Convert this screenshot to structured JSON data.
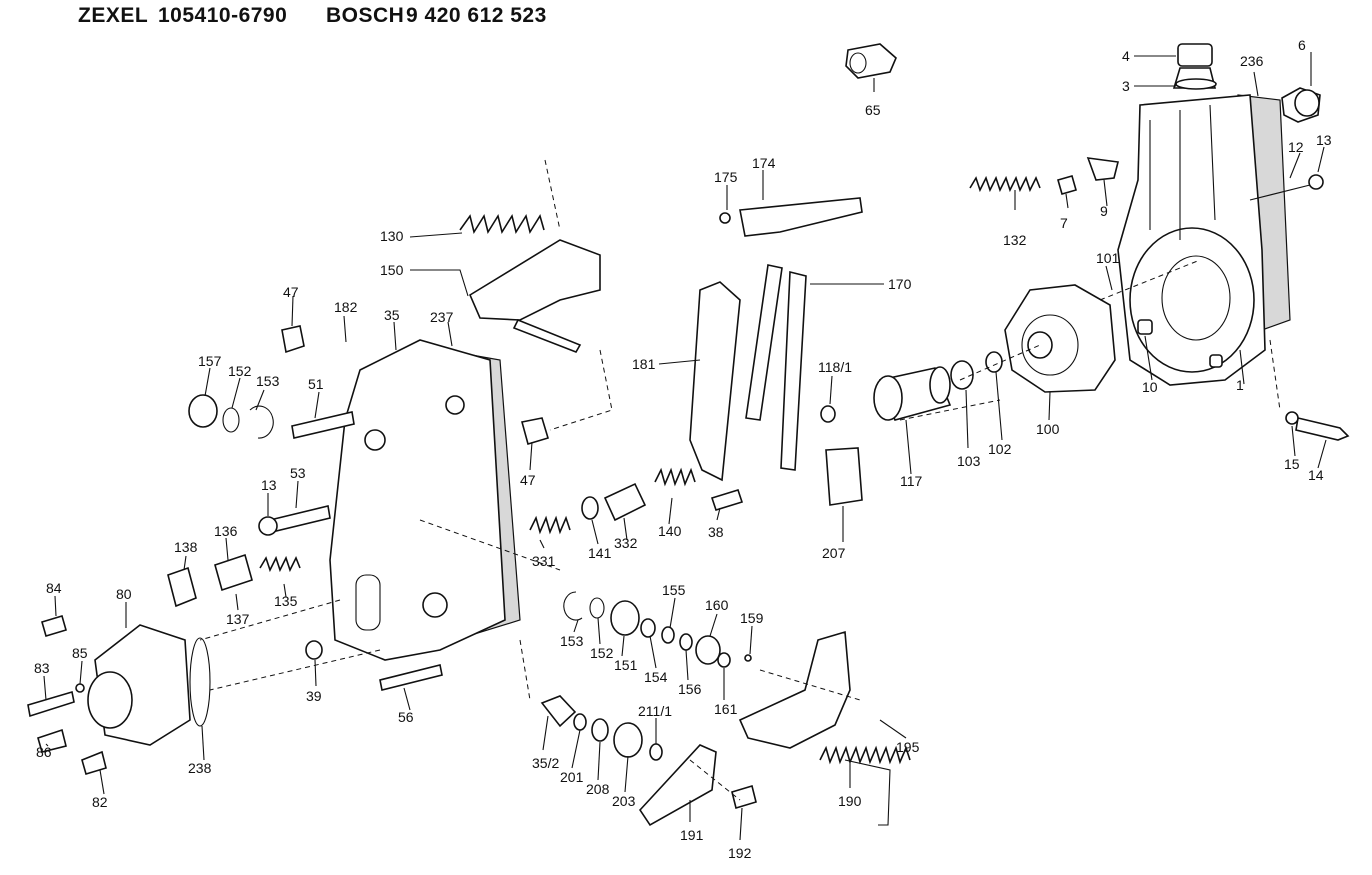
{
  "header": {
    "maker": "ZEXEL",
    "part_number": "105410-6790",
    "brand": "BOSCH",
    "brand_number": "9 420 612 523"
  },
  "callouts": [
    "4",
    "3",
    "236",
    "6",
    "13",
    "12",
    "65",
    "175",
    "174",
    "130",
    "150",
    "132",
    "7",
    "9",
    "101",
    "47",
    "182",
    "35",
    "237",
    "170",
    "181",
    "157",
    "152",
    "153",
    "51",
    "118/1",
    "10",
    "1",
    "15",
    "14",
    "100",
    "103",
    "102",
    "117",
    "47",
    "13",
    "53",
    "138",
    "136",
    "141",
    "331",
    "332",
    "140",
    "38",
    "207",
    "137",
    "135",
    "84",
    "80",
    "85",
    "83",
    "39",
    "56",
    "153",
    "152",
    "151",
    "154",
    "155",
    "156",
    "160",
    "159",
    "161",
    "86",
    "82",
    "238",
    "35/2",
    "201",
    "208",
    "203",
    "211/1",
    "191",
    "192",
    "190",
    "195"
  ]
}
